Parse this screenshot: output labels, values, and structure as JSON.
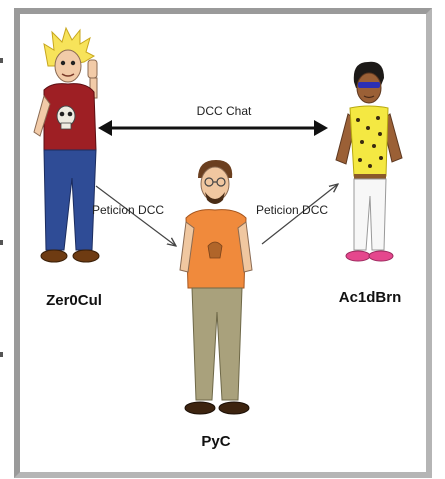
{
  "users": {
    "left": "Zer0Cul",
    "right": "Ac1dBrn",
    "center": "PyC"
  },
  "edges": {
    "chat": "DCC Chat",
    "request_left": "Peticion DCC",
    "request_right": "Peticion DCC"
  }
}
